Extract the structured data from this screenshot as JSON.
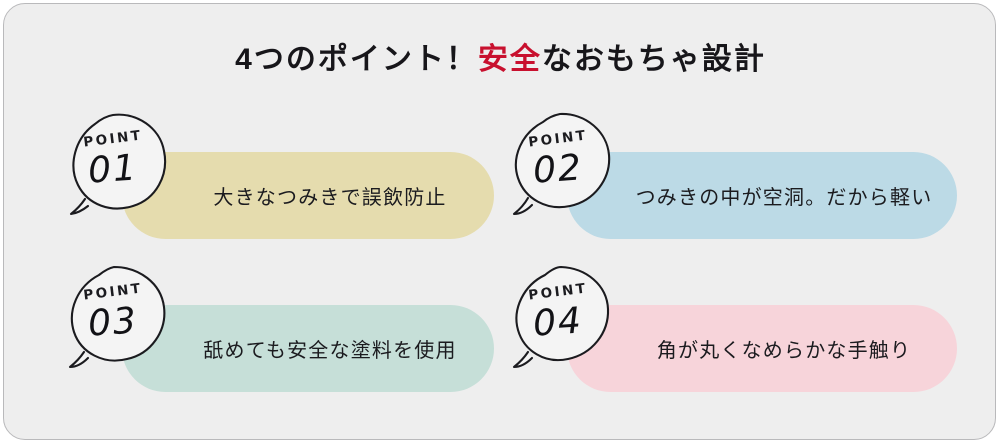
{
  "card": {
    "background_color": "#EEEEEE",
    "border_color": "#B9B9BB"
  },
  "title": {
    "prefix": "4つのポイント！",
    "accent": "安全",
    "suffix": "なおもちゃ設計",
    "accent_color": "#C8102E",
    "text_color": "#17161A"
  },
  "points": [
    {
      "badge_label": "POINT",
      "number": "01",
      "text": "大きなつみきで誤飲防止",
      "pill_color": "#E5DCAE"
    },
    {
      "badge_label": "POINT",
      "number": "02",
      "text": "つみきの中が空洞。だから軽い",
      "pill_color": "#BCDAE6"
    },
    {
      "badge_label": "POINT",
      "number": "03",
      "text": "舐めても安全な塗料を使用",
      "pill_color": "#C6DFD8"
    },
    {
      "badge_label": "POINT",
      "number": "04",
      "text": "角が丸くなめらかな手触り",
      "pill_color": "#F7D4DA"
    }
  ]
}
